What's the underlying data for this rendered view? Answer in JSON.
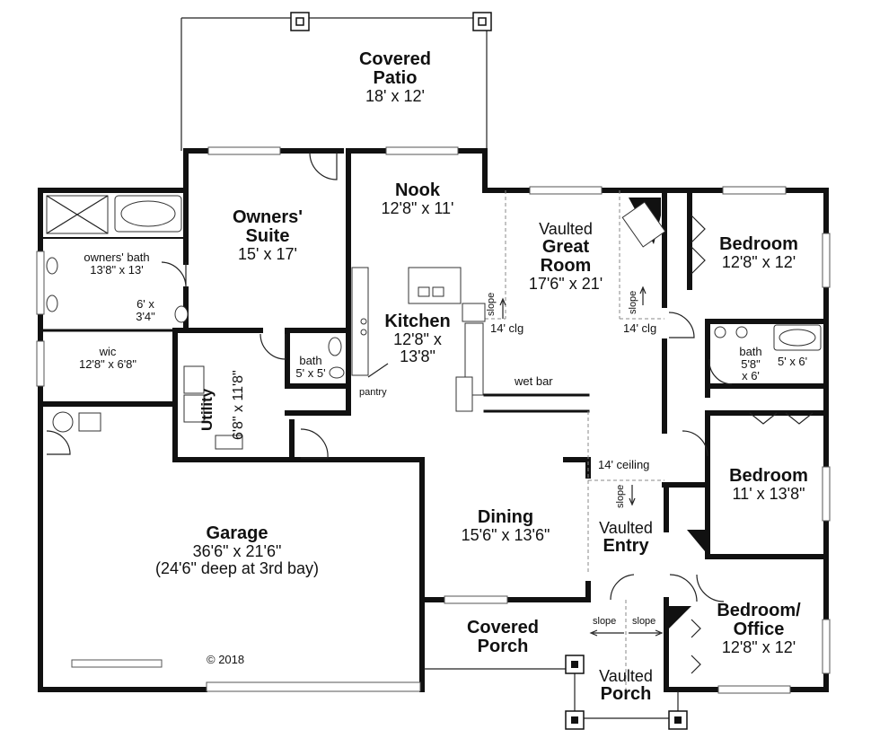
{
  "rooms": {
    "covered_patio": {
      "name_line1": "Covered",
      "name_line2": "Patio",
      "dims": "18' x 12'"
    },
    "nook": {
      "name": "Nook",
      "dims": "12'8\" x 11'"
    },
    "owners_suite": {
      "name_line1": "Owners'",
      "name_line2": "Suite",
      "dims": "15' x 17'"
    },
    "great_room": {
      "prefix": "Vaulted",
      "name_line1": "Great",
      "name_line2": "Room",
      "dims": "17'6\" x 21'"
    },
    "bedroom_1": {
      "name": "Bedroom",
      "dims": "12'8\" x 12'"
    },
    "owners_bath": {
      "name": "owners' bath",
      "dims": "13'8\" x 13'"
    },
    "small_closet": {
      "line1": "6' x",
      "line2": "3'4\""
    },
    "wic": {
      "name": "wic",
      "dims": "12'8\" x 6'8\""
    },
    "kitchen": {
      "name": "Kitchen",
      "dims_line1": "12'8\" x",
      "dims_line2": "13'8\""
    },
    "bath_small": {
      "name": "bath",
      "dims": "5' x 5'"
    },
    "utility": {
      "name": "Utility",
      "dims": "6'8\" x 11'8\""
    },
    "pantry": {
      "name": "pantry"
    },
    "bath_2": {
      "name": "bath",
      "dims_line1": "5'8\"",
      "dims_line2": "x 6'"
    },
    "tub_dims": {
      "dims": "5' x 6'"
    },
    "bedroom_2": {
      "name": "Bedroom",
      "dims": "11' x 13'8\""
    },
    "garage": {
      "name": "Garage",
      "dims": "36'6\" x 21'6\"",
      "note": "(24'6\" deep at 3rd bay)"
    },
    "dining": {
      "name": "Dining",
      "dims": "15'6\" x 13'6\""
    },
    "entry": {
      "prefix": "Vaulted",
      "name": "Entry"
    },
    "bedroom_office": {
      "name_line1": "Bedroom/",
      "name_line2": "Office",
      "dims": "12'8\" x 12'"
    },
    "covered_porch": {
      "name_line1": "Covered",
      "name_line2": "Porch"
    },
    "vaulted_porch": {
      "prefix": "Vaulted",
      "name": "Porch"
    }
  },
  "annotations": {
    "wet_bar": "wet bar",
    "clg_left": "14' clg",
    "clg_right": "14' clg",
    "ceiling": "14' ceiling",
    "slope": "slope",
    "copyright": "© 2018"
  }
}
